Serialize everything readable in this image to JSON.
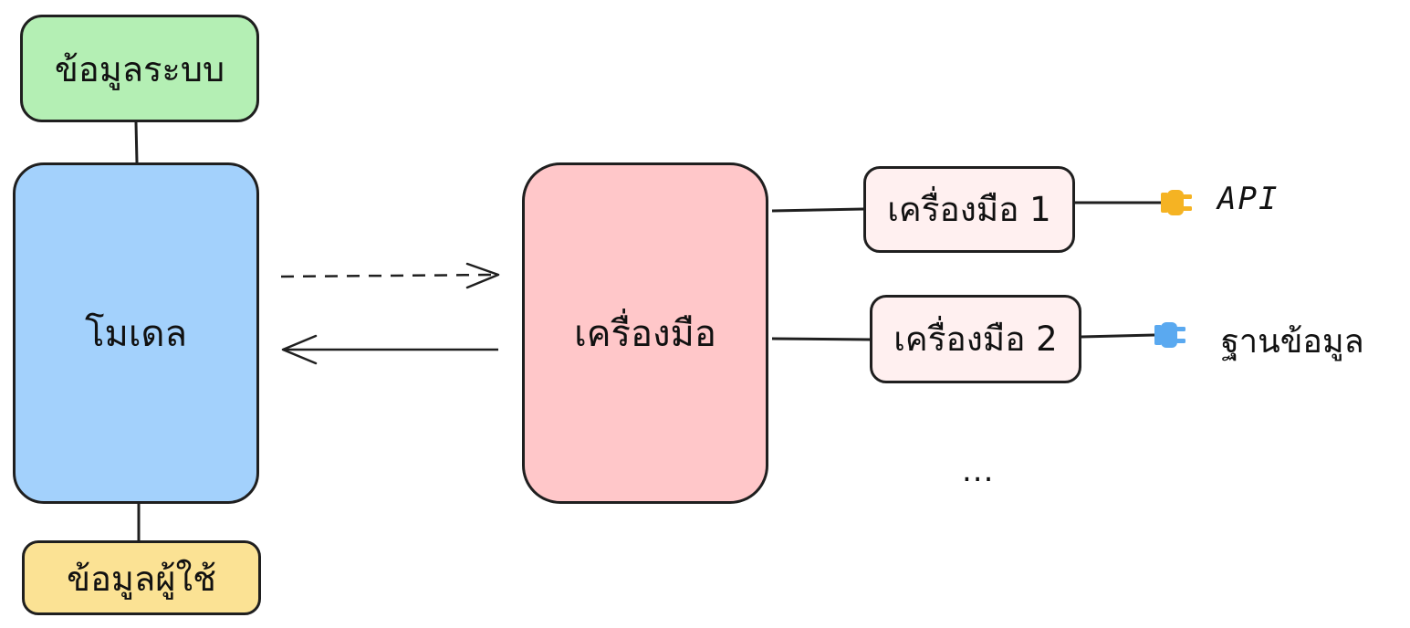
{
  "nodes": {
    "system_info": "ข้อมูลระบบ",
    "model": "โมเดล",
    "user_info": "ข้อมูลผู้ใช้",
    "tools": "เครื่องมือ",
    "tool_1": "เครื่องมือ 1",
    "tool_2": "เครื่องมือ 2"
  },
  "connectors": {
    "api": "API",
    "database": "ฐานข้อมูล",
    "more": "..."
  },
  "colors": {
    "system_info_fill": "#b4efb4",
    "model_fill": "#a3d1fc",
    "user_info_fill": "#fbe294",
    "tools_fill": "#ffc7c9",
    "tool_item_fill": "#fff0f0",
    "api_plug": "#f5b323",
    "database_plug": "#5aa9f0",
    "outline": "#1f1f1f"
  },
  "icons": {
    "api_connector": "plug-icon",
    "database_connector": "plug-icon"
  }
}
